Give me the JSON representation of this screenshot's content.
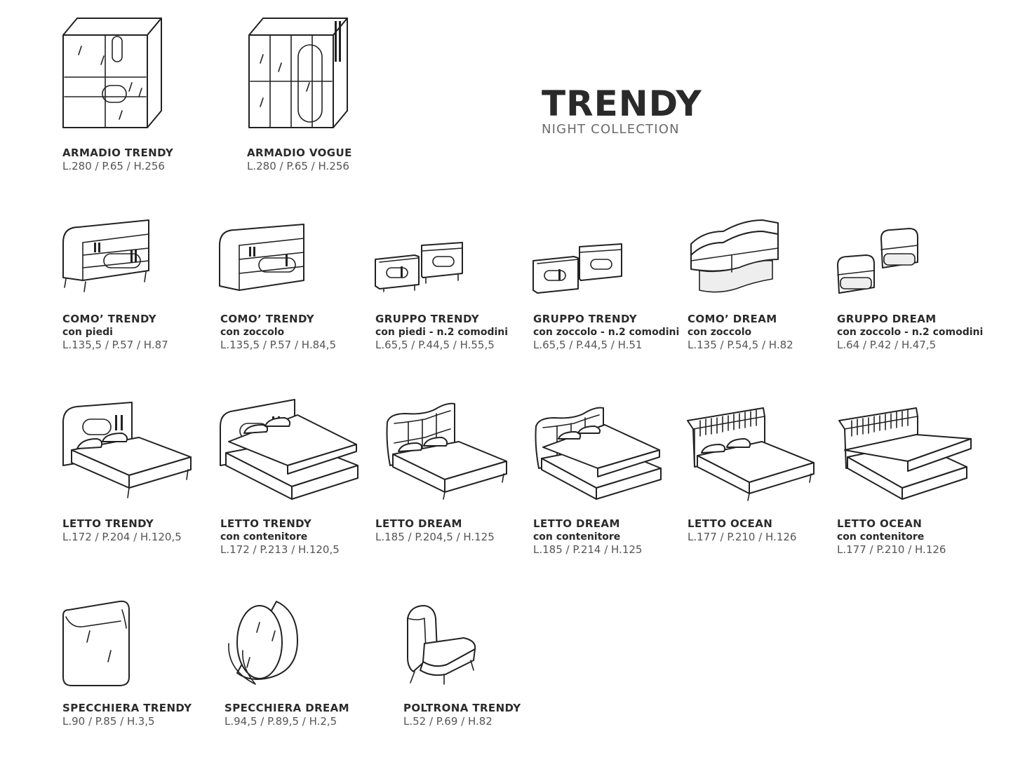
{
  "header": {
    "title": "TRENDY",
    "subtitle": "NIGHT COLLECTION"
  },
  "items": [
    {
      "name": "ARMADIO TRENDY",
      "sub": "",
      "dims": "L.280 / P.65 / H.256"
    },
    {
      "name": "ARMADIO VOGUE",
      "sub": "",
      "dims": "L.280 / P.65 / H.256"
    },
    {
      "name": "COMO’ TRENDY",
      "sub": "con piedi",
      "dims": "L.135,5 / P.57 / H.87"
    },
    {
      "name": "COMO’ TRENDY",
      "sub": "con zoccolo",
      "dims": "L.135,5 / P.57 / H.84,5"
    },
    {
      "name": "GRUPPO TRENDY",
      "sub": "con piedi - n.2 comodini",
      "dims": "L.65,5 / P.44,5 / H.55,5"
    },
    {
      "name": "GRUPPO TRENDY",
      "sub": "con zoccolo - n.2 comodini",
      "dims": "L.65,5 / P.44,5 / H.51"
    },
    {
      "name": "COMO’ DREAM",
      "sub": "con zoccolo",
      "dims": "L.135 / P.54,5 / H.82"
    },
    {
      "name": "GRUPPO DREAM",
      "sub": "con zoccolo - n.2 comodini",
      "dims": "L.64 / P.42 / H.47,5"
    },
    {
      "name": "LETTO TRENDY",
      "sub": "",
      "dims": "L.172 / P.204 / H.120,5"
    },
    {
      "name": "LETTO TRENDY",
      "sub": "con contenitore",
      "dims": "L.172 / P.213 / H.120,5"
    },
    {
      "name": "LETTO DREAM",
      "sub": "",
      "dims": "L.185 / P.204,5 / H.125"
    },
    {
      "name": "LETTO DREAM",
      "sub": "con contenitore",
      "dims": "L.185 / P.214 / H.125"
    },
    {
      "name": "LETTO OCEAN",
      "sub": "",
      "dims": "L.177 / P.210 / H.126"
    },
    {
      "name": "LETTO OCEAN",
      "sub": "con contenitore",
      "dims": "L.177 / P.210 / H.126"
    },
    {
      "name": "SPECCHIERA TRENDY",
      "sub": "",
      "dims": "L.90 / P.85 / H.3,5"
    },
    {
      "name": "SPECCHIERA DREAM",
      "sub": "",
      "dims": "L.94,5 / P.89,5 / H.2,5"
    },
    {
      "name": "POLTRONA TRENDY",
      "sub": "",
      "dims": "L.52 / P.69 / H.82"
    }
  ]
}
